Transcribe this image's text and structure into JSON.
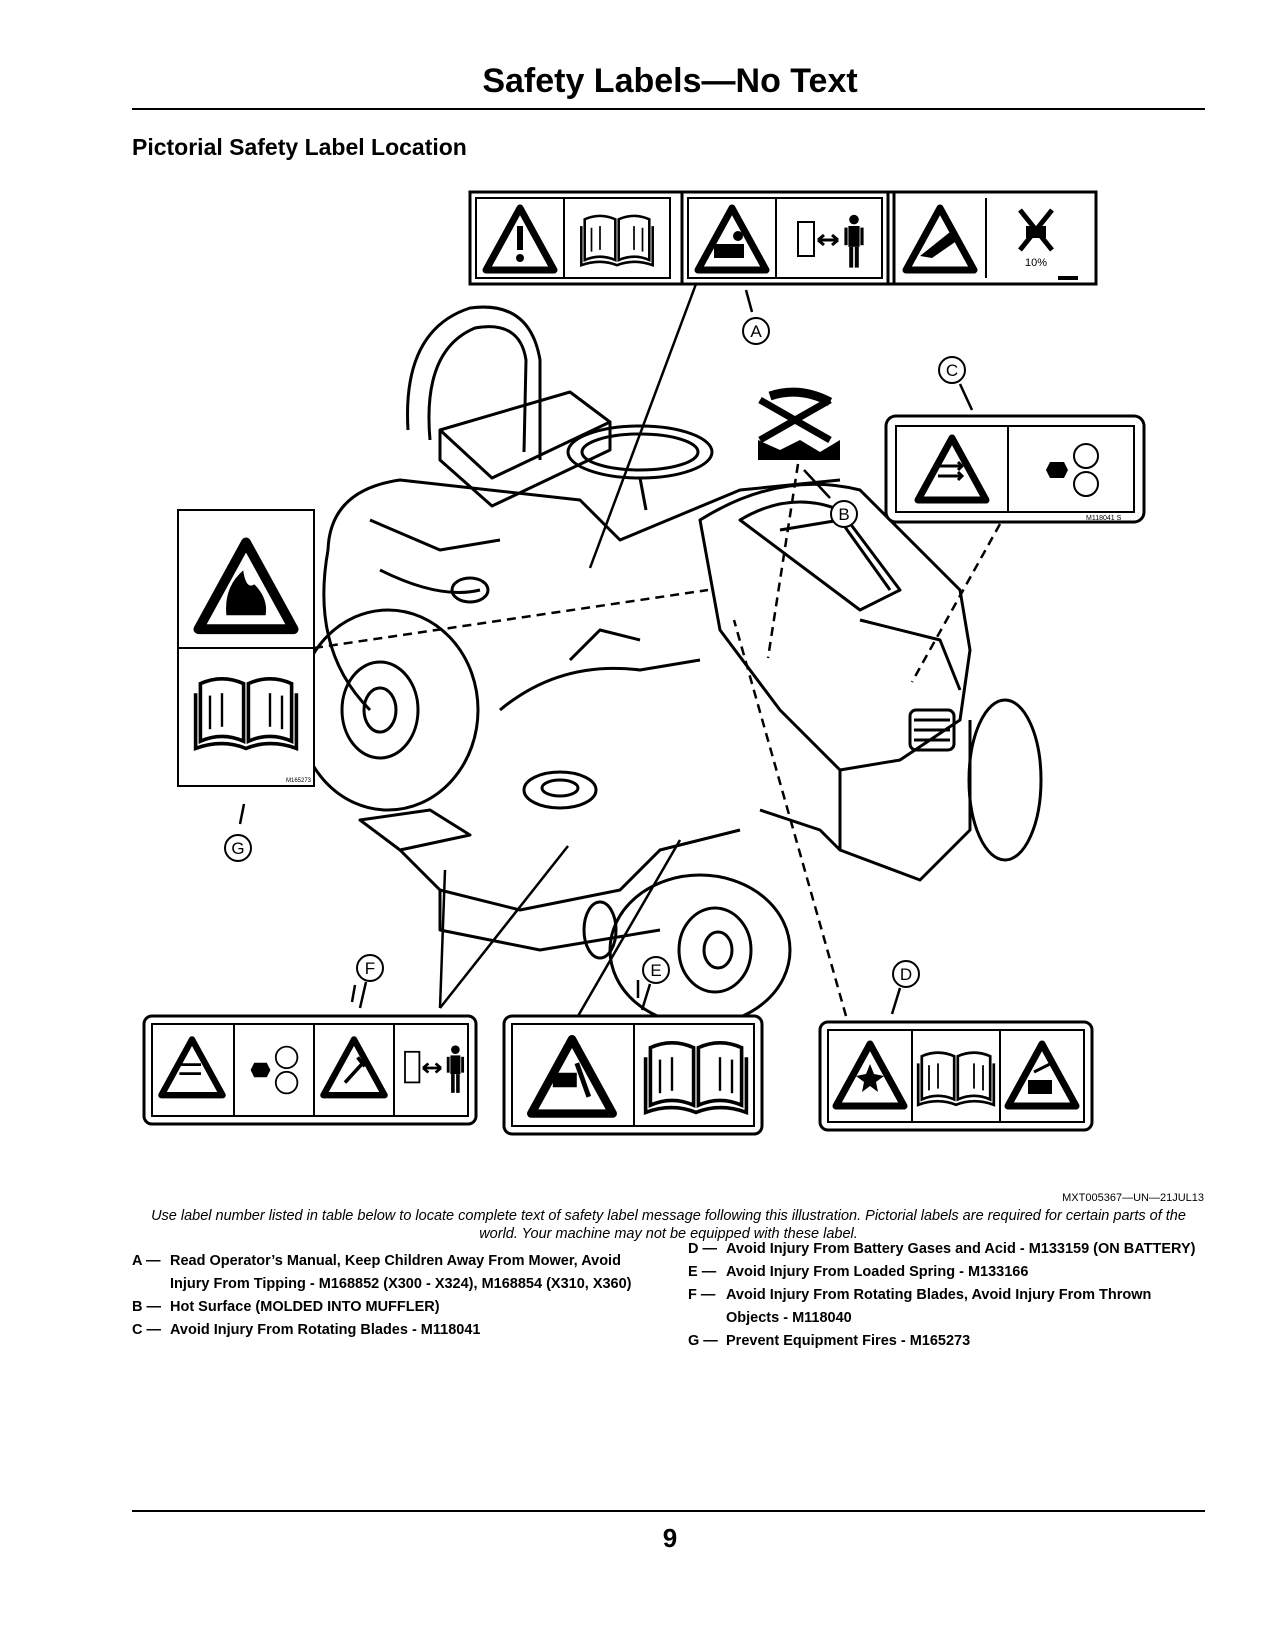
{
  "header": {
    "title": "Safety Labels—No Text"
  },
  "section": {
    "title": "Pictorial Safety Label Location"
  },
  "figure": {
    "callouts": [
      "A",
      "B",
      "C",
      "D",
      "E",
      "F",
      "G"
    ],
    "label_codes": {
      "c": "M118041 S",
      "g": "M165273"
    },
    "icon_texts": {
      "percent": "10%"
    },
    "figure_id": "MXT005367—UN—21JUL13"
  },
  "caption": "Use label number listed in table below to locate complete text of safety label message following this illustration. Pictorial labels are required for certain parts of the world. Your machine may not be equipped with these label.",
  "legend": {
    "left": [
      {
        "letter": "A —",
        "text": "Read Operator’s Manual, Keep Children Away From Mower, Avoid Injury From Tipping - M168852 (X300 - X324), M168854 (X310, X360)"
      },
      {
        "letter": "B —",
        "text": "Hot Surface (MOLDED INTO MUFFLER)"
      },
      {
        "letter": "C —",
        "text": "Avoid Injury From Rotating Blades - M118041"
      }
    ],
    "right": [
      {
        "letter": "D —",
        "text": "Avoid Injury From Battery Gases and Acid - M133159 (ON BATTERY)"
      },
      {
        "letter": "E —",
        "text": "Avoid Injury From Loaded Spring - M133166"
      },
      {
        "letter": "F —",
        "text": "Avoid Injury From Rotating Blades, Avoid Injury From Thrown Objects - M118040"
      },
      {
        "letter": "G —",
        "text": "Prevent Equipment Fires - M165273"
      }
    ]
  },
  "footer": {
    "page_number": "9"
  }
}
